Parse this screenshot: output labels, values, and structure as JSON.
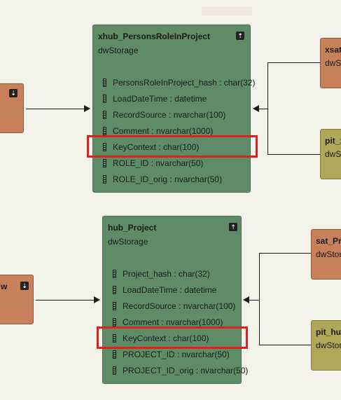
{
  "top_entity": {
    "title": "xhub_PersonsRoleInProject",
    "schema": "dwStorage",
    "collapse_icon": "collapse-up-icon",
    "attributes": [
      "PersonsRoleInProject_hash : char(32)",
      "LoadDateTime : datetime",
      "RecordSource : nvarchar(100)",
      "Comment : nvarchar(1000)",
      "KeyContext : char(100)",
      "ROLE_ID : nvarchar(50)",
      "ROLE_ID_orig : nvarchar(50)"
    ]
  },
  "bottom_entity": {
    "title": "hub_Project",
    "schema": "dwStorage",
    "collapse_icon": "collapse-up-icon",
    "attributes": [
      "Project_hash : char(32)",
      "LoadDateTime : datetime",
      "RecordSource : nvarchar(100)",
      "Comment : nvarchar(1000)",
      "KeyContext : char(100)",
      "PROJECT_ID : nvarchar(50)",
      "PROJECT_ID_orig : nvarchar(50)"
    ]
  },
  "partial_nodes": {
    "top_right_1": {
      "title": "xsat_",
      "schema": "dwS"
    },
    "top_right_2": {
      "title": "pit_x",
      "schema": "dwS"
    },
    "bottom_right_1": {
      "title": "sat_Pro",
      "schema": "dwStor"
    },
    "bottom_right_2": {
      "title": "pit_hub",
      "schema": "dwStor"
    },
    "bottom_left": {
      "title": "w"
    }
  },
  "highlight_color": "#e01f1f",
  "colors": {
    "hub": "#5e8c66",
    "source": "#c8805a",
    "pit": "#afa858",
    "background": "#f4f3e9"
  }
}
